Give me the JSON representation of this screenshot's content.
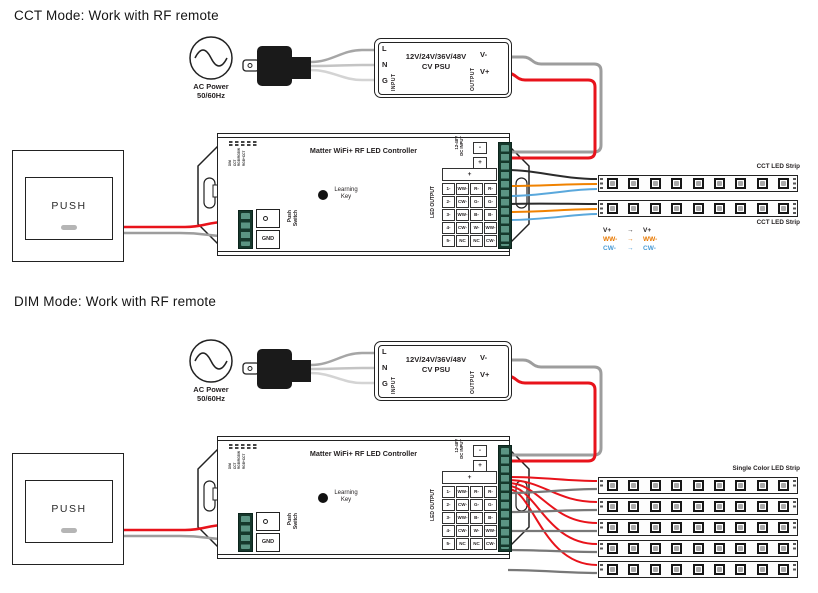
{
  "ui": {
    "arrow": "→"
  },
  "sections": {
    "cct": {
      "title": "CCT Mode: Work with RF remote",
      "strip_label": "CCT LED Strip",
      "strip_count": 2,
      "leds_per_strip": 9,
      "legend": [
        {
          "from": "V+",
          "to": "V+"
        },
        {
          "from": "WW-",
          "to": "WW-"
        },
        {
          "from": "CW-",
          "to": "CW-"
        }
      ]
    },
    "dim": {
      "title": "DIM Mode: Work with RF remote",
      "strip_label": "Single Color LED Strip",
      "strip_count": 5,
      "leds_per_strip": 9
    }
  },
  "ac_power": {
    "line1": "AC Power",
    "line2": "50/60Hz"
  },
  "psu": {
    "input_label": "INPUT",
    "terminals_in": [
      "L",
      "N",
      "G"
    ],
    "name_line1": "12V/24V/36V/48V",
    "name_line2": "CV PSU",
    "output_label": "OUTPUT",
    "terminals_out": [
      "V-",
      "V+"
    ]
  },
  "wall_switch": {
    "label": "PUSH"
  },
  "controller": {
    "title": "Matter WiFi+ RF LED Controller",
    "learning_line1": "Learning",
    "learning_line2": "Key",
    "dip_modes": [
      "DIM",
      "CCT",
      "RGB/RGBW",
      "RGB+CCT"
    ],
    "push_terminal": {
      "gnd": "GND",
      "label_line1": "Push",
      "label_line2": "Switch"
    },
    "dc_input": {
      "line1": "12-48V",
      "line2": "DC INPUT",
      "minus": "-",
      "plus": "+"
    },
    "led_output": {
      "label": "LED OUTPUT",
      "bus_plus": "+",
      "rows": [
        [
          "1-",
          "WW-",
          "R-",
          "R-"
        ],
        [
          "2-",
          "CW-",
          "G-",
          "G-"
        ],
        [
          "3-",
          "WW-",
          "B-",
          "B-"
        ],
        [
          "4-",
          "CW-",
          "W-",
          "WW-"
        ],
        [
          "5-",
          "NC",
          "NC",
          "CW-"
        ]
      ]
    }
  },
  "colors": {
    "red_wire": "#e8131b",
    "gray_wire": "#9d9d9d",
    "orange_wire": "#f08200",
    "blue_wire": "#5aa8dc",
    "black_wire": "#2b2b2b",
    "terminal_green_dark": "#16382c",
    "terminal_green_cell": "#5b9483"
  }
}
